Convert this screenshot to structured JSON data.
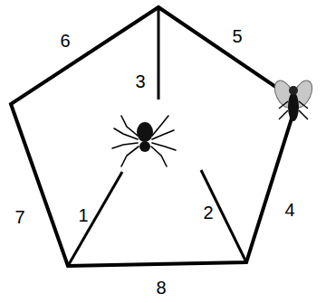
{
  "diagram": {
    "labels": [
      "6",
      "5",
      "3",
      "1",
      "2",
      "4",
      "7",
      "8"
    ]
  }
}
